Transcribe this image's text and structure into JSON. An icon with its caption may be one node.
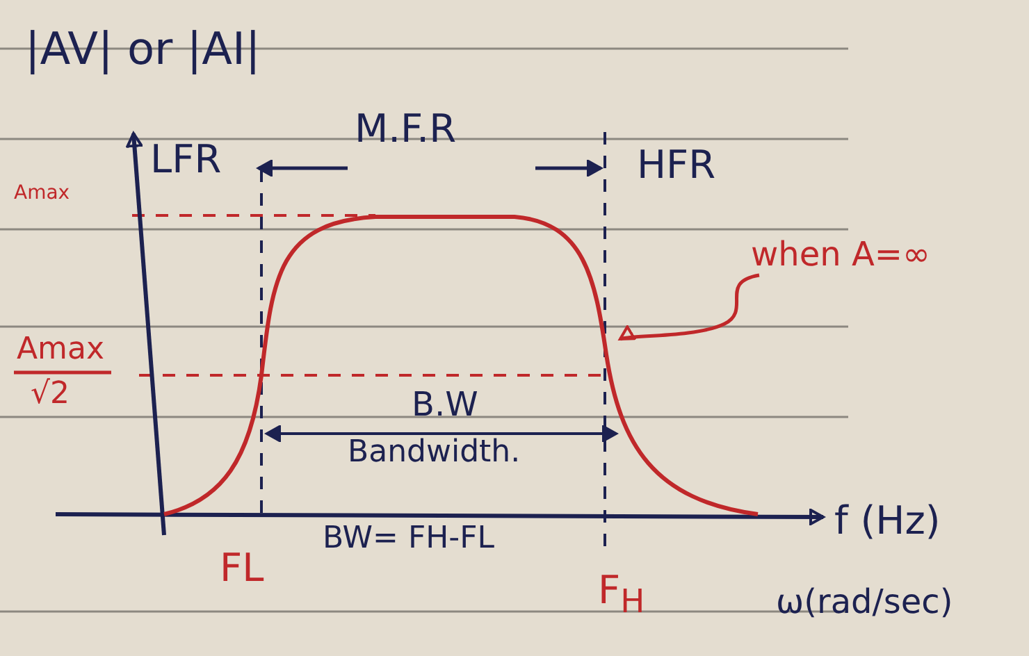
{
  "diagram": {
    "nodes": [
      {
        "text": [
          "when A=∞"
        ]
      },
      {
        "text": [],
        "shape": "curve"
      }
    ],
    "edges": [
      {
        "from": 0,
        "to": 1,
        "arrow": "to",
        "color": "#c0282a"
      }
    ],
    "labels": [
      "|AV| or |AI|",
      "LFR",
      "M.F.R",
      "HFR",
      "Amax",
      "Amax",
      "√2",
      "B.W",
      "Bandwidth.",
      "BW= FH-FL",
      "FL",
      "F$_{H}$",
      "f (Hz)",
      "ω(rad/sec)"
    ]
  }
}
